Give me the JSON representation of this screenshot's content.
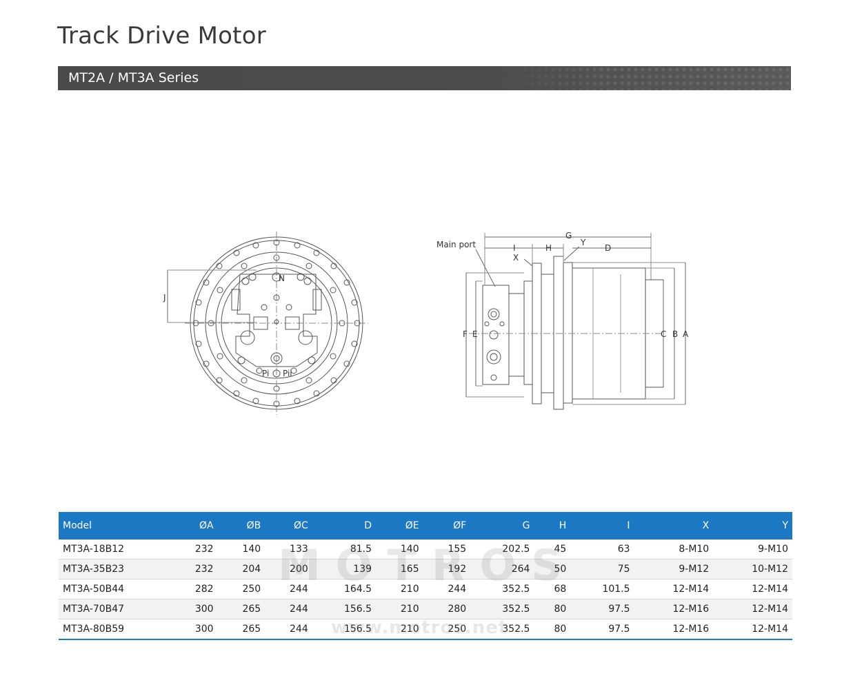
{
  "title": "Track Drive Motor",
  "series": "MT2A / MT3A Series",
  "drawing": {
    "front_labels": {
      "n": "N",
      "pi": "Pi",
      "pii": "Pii",
      "j": "J"
    },
    "side_labels": {
      "main_port": "Main port",
      "g": "G",
      "i": "I",
      "h": "H",
      "y": "Y",
      "d": "D",
      "x": "X",
      "f": "F",
      "e": "E",
      "c": "C",
      "b": "B",
      "a": "A"
    }
  },
  "table": {
    "headers": [
      "Model",
      "ØA",
      "ØB",
      "ØC",
      "D",
      "ØE",
      "ØF",
      "G",
      "H",
      "I",
      "X",
      "Y"
    ],
    "rows": [
      [
        "MT3A-18B12",
        "232",
        "140",
        "133",
        "81.5",
        "140",
        "155",
        "202.5",
        "45",
        "63",
        "8-M10",
        "9-M10"
      ],
      [
        "MT3A-35B23",
        "232",
        "204",
        "200",
        "139",
        "165",
        "192",
        "264",
        "50",
        "75",
        "9-M12",
        "10-M12"
      ],
      [
        "MT3A-50B44",
        "282",
        "250",
        "244",
        "164.5",
        "210",
        "244",
        "352.5",
        "68",
        "101.5",
        "12-M14",
        "12-M14"
      ],
      [
        "MT3A-70B47",
        "300",
        "265",
        "244",
        "156.5",
        "210",
        "280",
        "352.5",
        "80",
        "97.5",
        "12-M16",
        "12-M14"
      ],
      [
        "MT3A-80B59",
        "300",
        "265",
        "244",
        "156.5",
        "210",
        "250",
        "352.5",
        "80",
        "97.5",
        "12-M16",
        "12-M14"
      ]
    ]
  },
  "watermark": {
    "logo": "MOTROS",
    "url": "www.motros.net"
  },
  "colors": {
    "header_blue": "#1d78c3",
    "series_bar": "#4a4a4a"
  }
}
